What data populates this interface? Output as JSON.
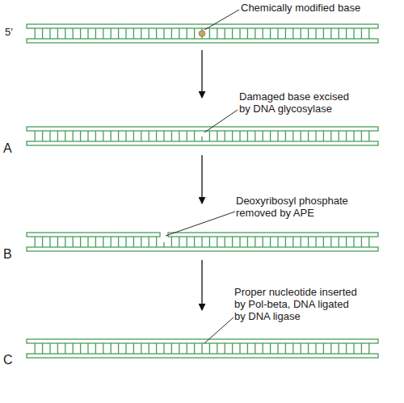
{
  "diagram": {
    "labels": [
      "5′",
      "Chemically modified base",
      "A",
      "Damaged base excised by DNA glycosylase",
      "B",
      "Deoxyribosyl phosphate removed by APE",
      "C",
      "Proper nucleotide inserted by Pol-beta, DNA ligated by DNA ligase"
    ]
  }
}
